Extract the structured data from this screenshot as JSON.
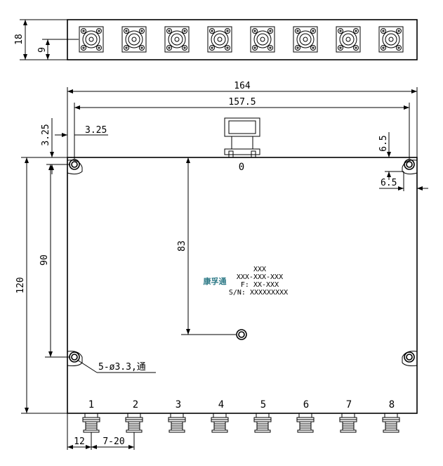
{
  "top_view": {
    "height_dim": "18",
    "center_dim": "9",
    "connector_count": 8
  },
  "dimensions": {
    "overall_width": "164",
    "hole_spacing": "157.5",
    "hole_offset_x": "3.25",
    "hole_offset_y": "3.25",
    "right_offset_y": "6.5",
    "right_offset_x": "6.5",
    "input_depth": "83",
    "hole_vertical": "90",
    "overall_height": "120",
    "first_port": "12",
    "port_pitch": "7-20",
    "hole_note": "5-ø3.3,通"
  },
  "ports": {
    "input": "0",
    "outputs": [
      "1",
      "2",
      "3",
      "4",
      "5",
      "6",
      "7",
      "8"
    ]
  },
  "label": {
    "logo": "康孚通",
    "line1": "XXX",
    "line2": "XXX-XXX-XXX",
    "line3": "F: XX-XXX",
    "line4": "S/N: XXXXXXXXX"
  }
}
